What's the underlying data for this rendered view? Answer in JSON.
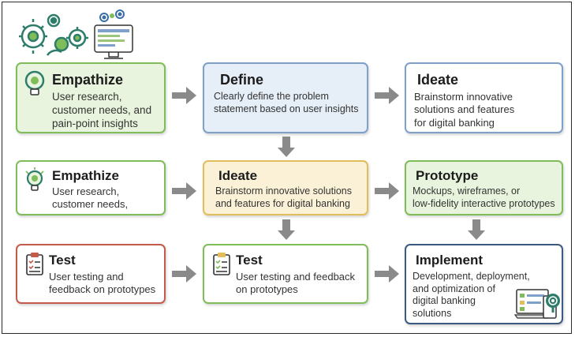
{
  "row1": {
    "empathize": {
      "title": "Empathize",
      "desc": "User research,\ncustomer needs, and\npain-point insights",
      "icon": "lightbulb-icon"
    },
    "define": {
      "title": "Define",
      "desc": "Clearly define the problem\nstatement based on user insights"
    },
    "ideate": {
      "title": "Ideate",
      "desc": "Brainstorm innovative\nsolutions and features\nfor digital banking"
    }
  },
  "row2": {
    "empathize": {
      "title": "Empathize",
      "desc": "User research,\ncustomer needs,",
      "icon": "lightbulb-icon"
    },
    "ideate": {
      "title": "Ideate",
      "desc": "Brainstorm innovative solutions\nand features for digital banking"
    },
    "prototype": {
      "title": "Prototype",
      "desc": "Mockups, wireframes, or\nlow-fidelity interactive prototypes"
    }
  },
  "row3": {
    "test_left": {
      "title": "Test",
      "desc": "User testing and\nfeedback on prototypes",
      "icon": "clipboard-checklist-icon"
    },
    "test_mid": {
      "title": "Test",
      "desc": "User testing and feedback\non prototypes",
      "icon": "clipboard-checklist-icon"
    },
    "implement": {
      "title": "Implement",
      "desc": "Development, deployment,\nand optimization of\ndigital banking\nsolutions",
      "icon": "devices-gear-icon"
    }
  },
  "header_illustration": {
    "icon": "gears-monitor-icon"
  },
  "colors": {
    "green": "#7fbd5a",
    "blue": "#7ea1c9",
    "yellow": "#e2bd5b",
    "red": "#c45a4a",
    "navy": "#3a5a82",
    "arrow": "#8a8a8a"
  }
}
